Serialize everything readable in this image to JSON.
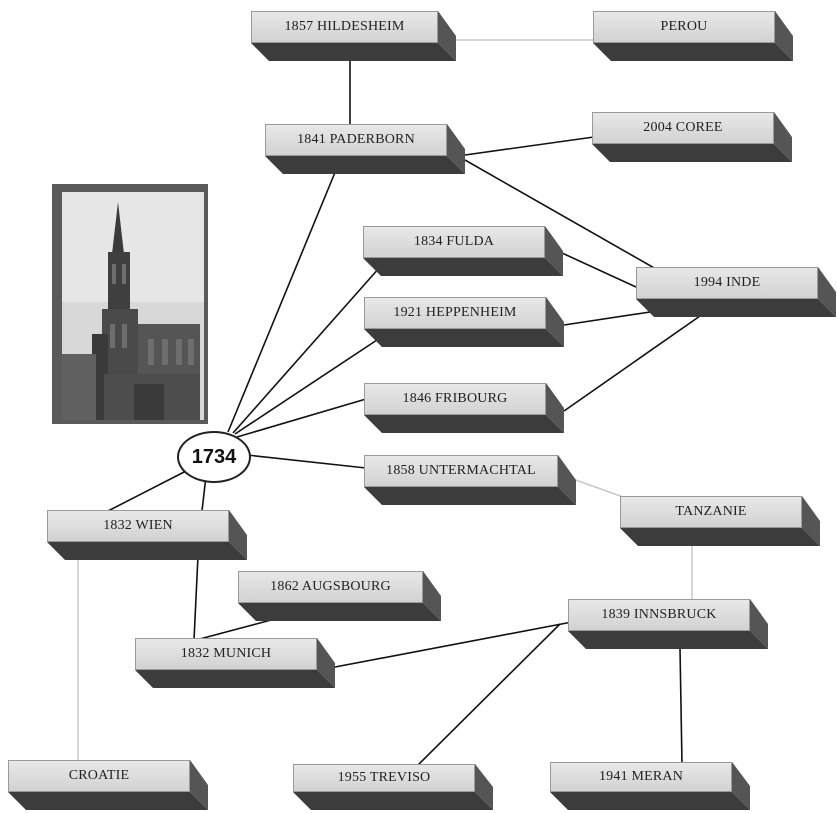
{
  "center": {
    "label": "1734"
  },
  "nodes": [
    {
      "id": "hildesheim",
      "label": "1857 HILDESHEIM"
    },
    {
      "id": "perou",
      "label": "PEROU"
    },
    {
      "id": "paderborn",
      "label": "1841 PADERBORN"
    },
    {
      "id": "coree",
      "label": "2004 COREE"
    },
    {
      "id": "fulda",
      "label": "1834 FULDA"
    },
    {
      "id": "inde",
      "label": "1994 INDE"
    },
    {
      "id": "heppenheim",
      "label": "1921 HEPPENHEIM"
    },
    {
      "id": "fribourg",
      "label": "1846 FRIBOURG"
    },
    {
      "id": "untermachtal",
      "label": "1858 UNTERMACHTAL"
    },
    {
      "id": "tanzanie",
      "label": "TANZANIE"
    },
    {
      "id": "wien",
      "label": "1832 WIEN"
    },
    {
      "id": "augsbourg",
      "label": "1862 AUGSBOURG"
    },
    {
      "id": "innsbruck",
      "label": "1839 INNSBRUCK"
    },
    {
      "id": "munich",
      "label": "1832 MUNICH"
    },
    {
      "id": "croatie",
      "label": "CROATIE"
    },
    {
      "id": "treviso",
      "label": "1955 TREVISO"
    },
    {
      "id": "meran",
      "label": "1941 MERAN"
    }
  ],
  "edges": [
    {
      "from": "hildesheim",
      "to": "perou",
      "style": "light"
    },
    {
      "from": "hildesheim",
      "to": "paderborn",
      "style": "dark"
    },
    {
      "from": "paderborn",
      "to": "coree",
      "style": "dark"
    },
    {
      "from": "paderborn",
      "to": "inde",
      "style": "dark"
    },
    {
      "from": "center",
      "to": "paderborn",
      "style": "dark"
    },
    {
      "from": "center",
      "to": "fulda",
      "style": "dark"
    },
    {
      "from": "center",
      "to": "heppenheim",
      "style": "dark"
    },
    {
      "from": "center",
      "to": "fribourg",
      "style": "dark"
    },
    {
      "from": "center",
      "to": "untermachtal",
      "style": "dark"
    },
    {
      "from": "fulda",
      "to": "inde",
      "style": "dark"
    },
    {
      "from": "heppenheim",
      "to": "inde",
      "style": "dark"
    },
    {
      "from": "fribourg",
      "to": "inde",
      "style": "dark"
    },
    {
      "from": "untermachtal",
      "to": "tanzanie",
      "style": "light"
    },
    {
      "from": "tanzanie",
      "to": "innsbruck",
      "style": "light"
    },
    {
      "from": "center",
      "to": "wien-a",
      "style": "dark"
    },
    {
      "from": "center",
      "to": "wien-b",
      "style": "dark"
    },
    {
      "from": "wien",
      "to": "munich",
      "style": "dark"
    },
    {
      "from": "wien",
      "to": "croatie",
      "style": "light"
    },
    {
      "from": "munich",
      "to": "augsbourg",
      "style": "dark"
    },
    {
      "from": "munich",
      "to": "innsbruck",
      "style": "dark"
    },
    {
      "from": "innsbruck",
      "to": "treviso",
      "style": "dark"
    },
    {
      "from": "innsbruck",
      "to": "meran",
      "style": "dark"
    }
  ],
  "colors": {
    "dark_line": "#111111",
    "light_line": "#c8c8c8",
    "box_face": "#dcdcdc",
    "box_shadow": "#4a4a4a"
  },
  "photo": {
    "subject": "cathedral-tower"
  }
}
